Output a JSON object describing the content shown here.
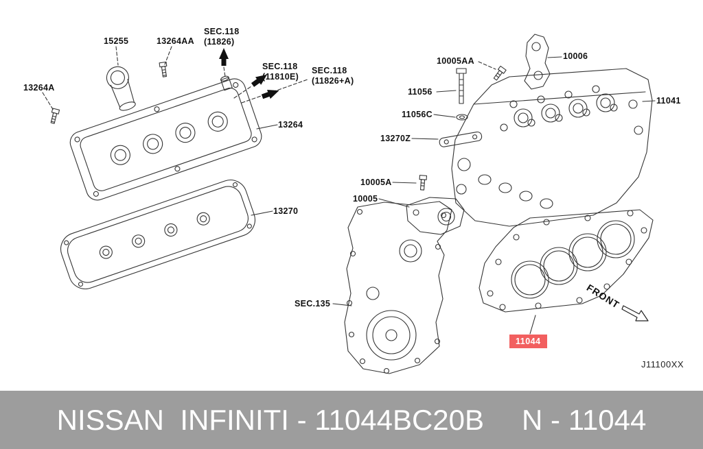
{
  "banner": {
    "left": "NISSAN  INFINITI - 11044BC20B",
    "right": "N - 11044",
    "bg_color": "#9d9d9d",
    "text_color": "#ffffff"
  },
  "diagram": {
    "code": "J11100XX",
    "front": "FRONT",
    "highlight": {
      "part": "11044",
      "bg_color": "#f25f5f",
      "text_color": "#ffffff"
    },
    "callouts": {
      "c13264A": "13264A",
      "c15255": "15255",
      "c13264AA": "13264AA",
      "c13264": "13264",
      "c13270": "13270",
      "c10005A": "10005A",
      "c10005": "10005",
      "c10005AA": "10005AA",
      "c10006": "10006",
      "c11056": "11056",
      "c11056C": "11056C",
      "c13270Z": "13270Z",
      "c11041": "11041",
      "sec118_11826": {
        "line1": "SEC.118",
        "line2": "(11826)"
      },
      "sec118_11810E": {
        "line1": "SEC.118",
        "line2": "(11810E)"
      },
      "sec118_11826A": {
        "line1": "SEC.118",
        "line2": "(11826+A)"
      },
      "sec135": "SEC.135"
    }
  }
}
